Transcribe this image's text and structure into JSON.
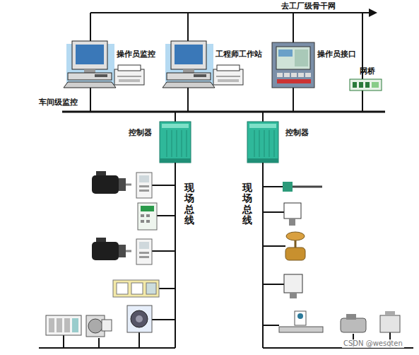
{
  "diagram": {
    "nodes": [
      {
        "text": [
          "操作员监控"
        ]
      },
      {
        "text": [
          "工程师工作站"
        ]
      },
      {
        "text": [
          "操作员接口"
        ]
      },
      {
        "text": [
          "网桥"
        ]
      },
      {
        "text": [
          "控制器"
        ]
      },
      {
        "text": [
          "控制器"
        ]
      }
    ],
    "labels": [
      "去工厂级骨干网",
      "车间级监控",
      "现场总线",
      "现场总线",
      "CSDN @wesoten"
    ]
  }
}
